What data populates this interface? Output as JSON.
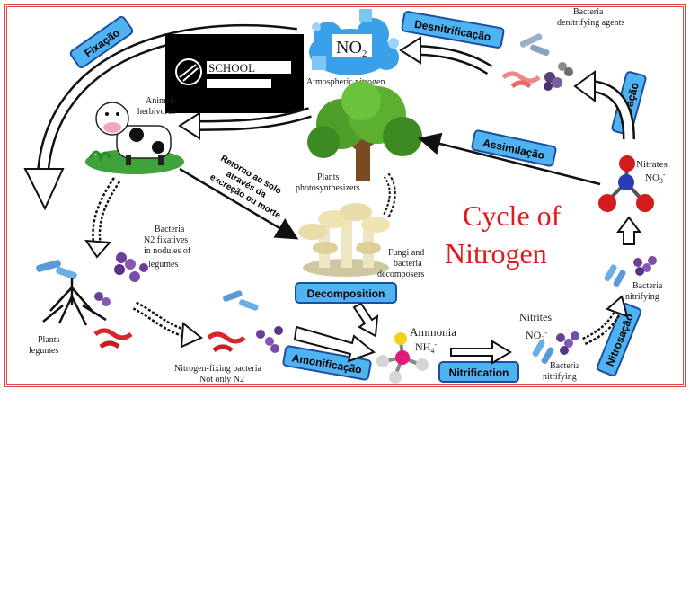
{
  "title": {
    "line1": "Cycle of",
    "line2": "Nitrogen",
    "color": "#e0191f"
  },
  "colors": {
    "tag_fill": "#4fb3f2",
    "tag_stroke": "#1a4fa0",
    "frame": "#e0474c"
  },
  "school": {
    "label": "SCHOOL"
  },
  "tags": {
    "fixacao": "Fixação",
    "desnitrificacao": "Desnitrificação",
    "nitracao": "Nitração",
    "assimilacao": "Assimilação",
    "decomposition": "Decomposition",
    "amonificacao": "Amonificação",
    "nitrification": "Nitrification",
    "nitrosacao": "Nitrosação"
  },
  "labels": {
    "no2": "NO",
    "no2_sub": "2",
    "atmospheric": "Atmospheric nitrogen",
    "denitrifying_1": "Bacteria",
    "denitrifying_2": "denitrifying agents",
    "animals_1": "Animals",
    "animals_2": "herbivores",
    "plants_1": "Plants",
    "plants_2": "photosynthesizers",
    "nitrates_1": "Nitrates",
    "nitrates_2": "NO",
    "nitrates_sub": "3",
    "nitrates_sup": "-",
    "retorno_1": "Retorno ao solo",
    "retorno_2": "através da",
    "retorno_3": "excreção ou morte",
    "fixatives_1": "Bacteria",
    "fixatives_2": "N2 fixatives",
    "fixatives_3": "in nodules of",
    "fixatives_4": "legumes",
    "fungi_1": "Fungi and",
    "fungi_2": "bacteria",
    "fungi_3": "decomposers",
    "nitrifying_r_1": "Bacteria",
    "nitrifying_r_2": "nitrifying",
    "legumes_1": "Plants",
    "legumes_2": "legumes",
    "nfix_1": "Nitrogen-fixing bacteria",
    "nfix_2": "Not only N2",
    "ammonia_1": "Ammonia",
    "ammonia_2": "NH",
    "ammonia_sub": "4",
    "ammonia_sup": "-",
    "nitrites_1": "Nitrites",
    "nitrites_2": "NO",
    "nitrites_sub": "2",
    "nitrites_sup": "-",
    "nitrifying_b_1": "Bacteria",
    "nitrifying_b_2": "nitrifying"
  }
}
